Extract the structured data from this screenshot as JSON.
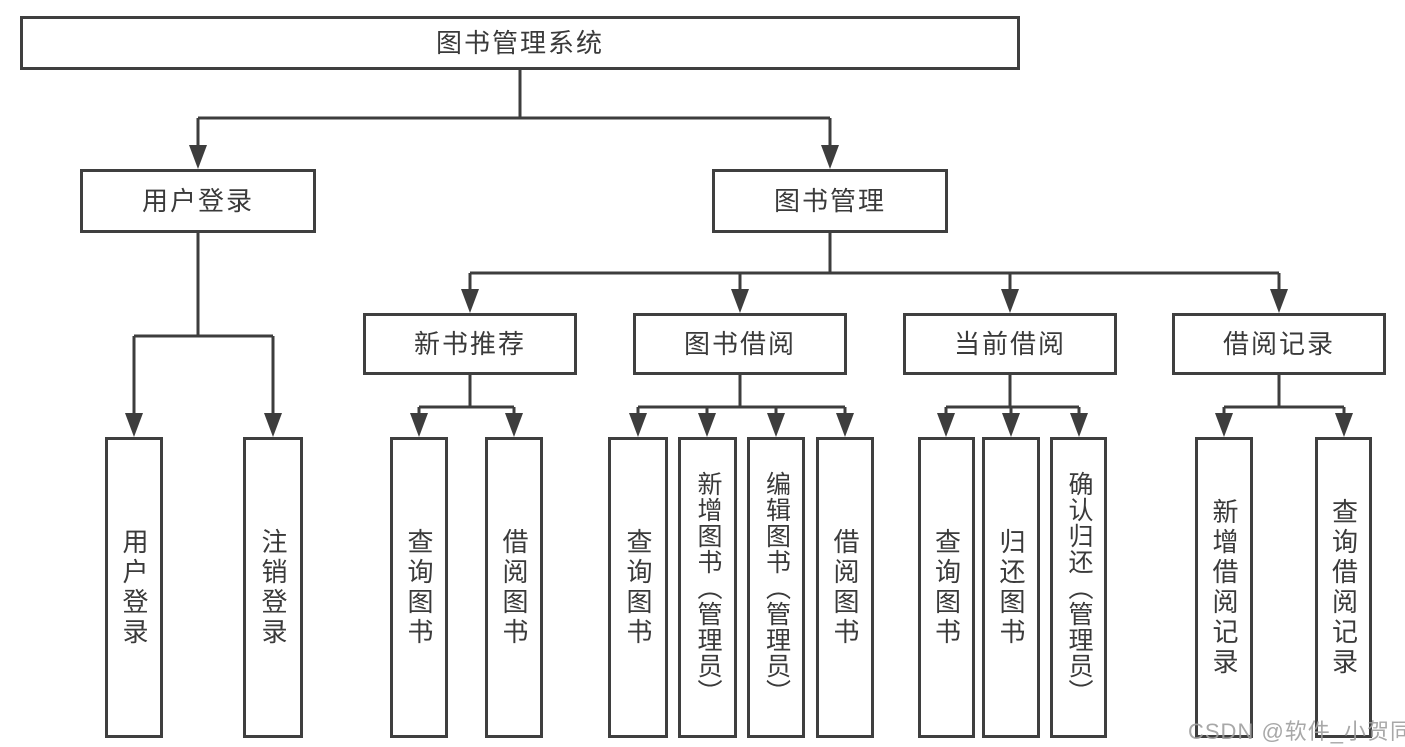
{
  "tree": {
    "root": "图书管理系统",
    "branches": [
      {
        "label": "用户登录",
        "leaves": [
          "用户登录",
          "注销登录"
        ]
      },
      {
        "label": "图书管理",
        "groups": [
          {
            "label": "新书推荐",
            "leaves": [
              "查询图书",
              "借阅图书"
            ]
          },
          {
            "label": "图书借阅",
            "leaves": [
              "查询图书",
              "新增图书（管理员）",
              "编辑图书（管理员）",
              "借阅图书"
            ]
          },
          {
            "label": "当前借阅",
            "leaves": [
              "查询图书",
              "归还图书",
              "确认归还（管理员）"
            ]
          },
          {
            "label": "借阅记录",
            "leaves": [
              "新增借阅记录",
              "查询借阅记录"
            ]
          }
        ]
      }
    ]
  },
  "watermark": "CSDN @软件_小贺同学",
  "colors": {
    "line": "#3d3d3d",
    "text": "#3a3a3a",
    "watermark": "#9e9e9e",
    "background": "#ffffff"
  }
}
